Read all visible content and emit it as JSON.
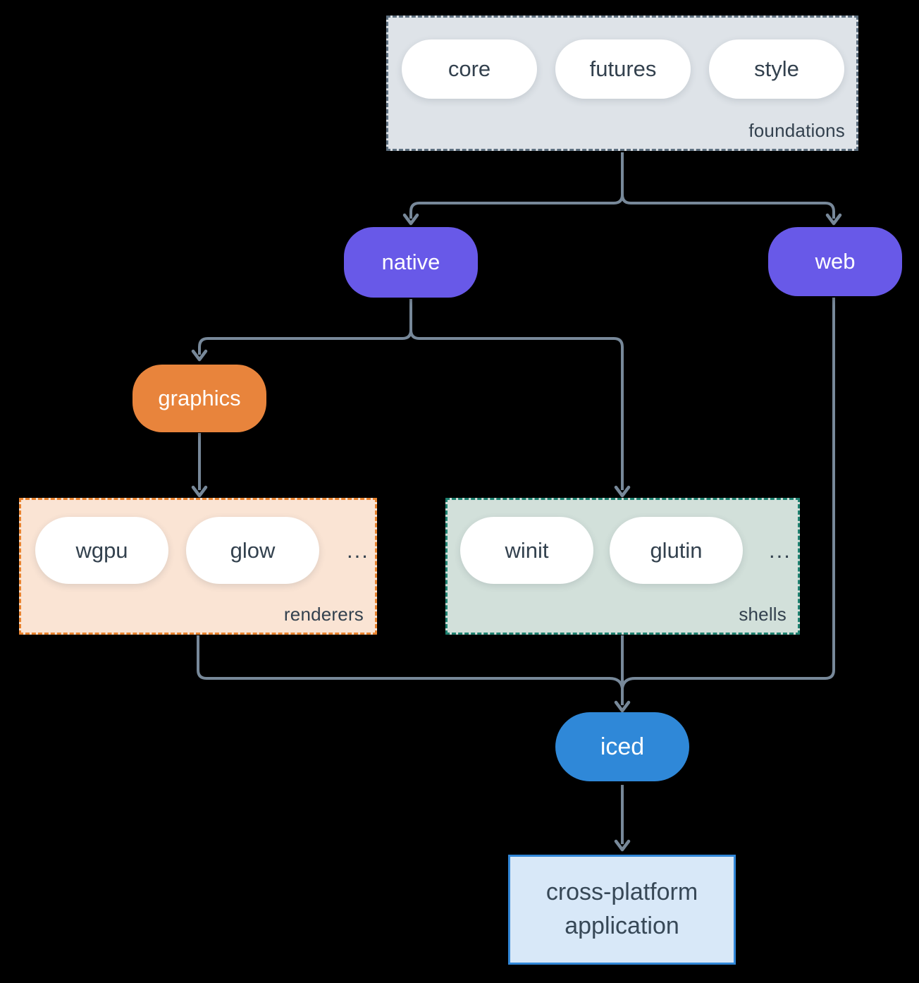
{
  "groups": {
    "foundations": {
      "label": "foundations",
      "pills": [
        "core",
        "futures",
        "style"
      ]
    },
    "renderers": {
      "label": "renderers",
      "pills": [
        "wgpu",
        "glow"
      ],
      "ellipsis": "..."
    },
    "shells": {
      "label": "shells",
      "pills": [
        "winit",
        "glutin"
      ],
      "ellipsis": "..."
    }
  },
  "nodes": {
    "native": "native",
    "web": "web",
    "graphics": "graphics",
    "iced": "iced",
    "application": "cross-platform application"
  },
  "colors": {
    "background": "#000000",
    "connector": "#778899",
    "purple_pill": "#6859E8",
    "orange_pill": "#E8843C",
    "blue_pill": "#2F88D8",
    "foundations_bg": "#DEE3E8",
    "foundations_border": "#5E7080",
    "renderers_bg": "#FAE4D4",
    "renderers_border": "#E8832F",
    "shells_bg": "#D2E0DA",
    "shells_border": "#1E8170",
    "application_bg": "#D8E8F8",
    "application_border": "#3187D8",
    "text_dark": "#33414E",
    "text_light": "#FFFFFF"
  }
}
